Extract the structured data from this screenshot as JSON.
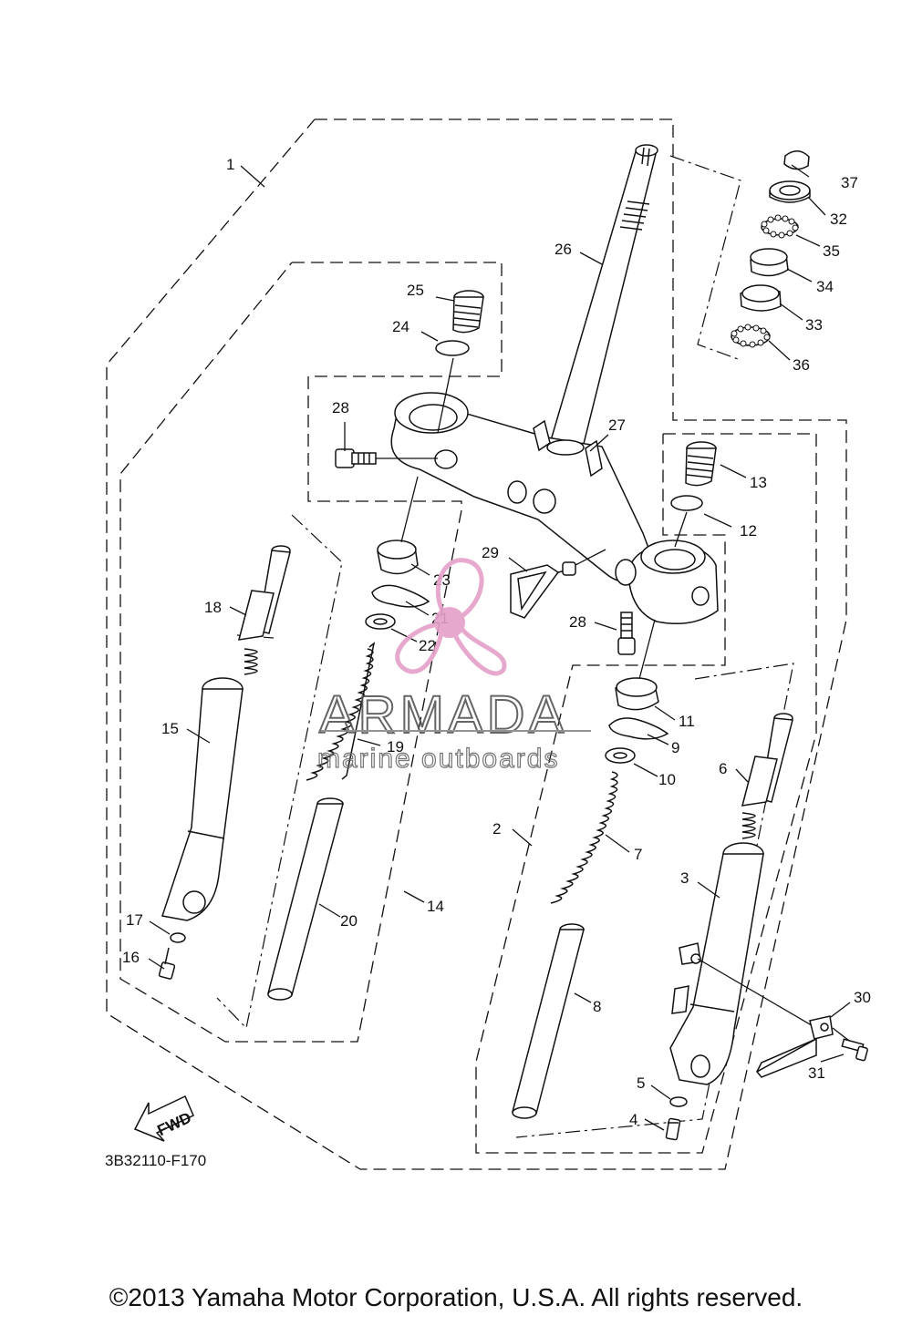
{
  "diagram_code": "3B32110-F170",
  "fwd_label": "FWD",
  "copyright": "©2013 Yamaha Motor Corporation, U.S.A. All rights reserved.",
  "watermark": {
    "brand": "ARMADA",
    "tagline": "marine outboards",
    "brand_color": "#555555",
    "tagline_color": "#666666",
    "logo_color": "#e4a0c8"
  },
  "callouts": [
    "1",
    "2",
    "3",
    "4",
    "5",
    "6",
    "7",
    "8",
    "9",
    "10",
    "11",
    "12",
    "13",
    "14",
    "15",
    "16",
    "17",
    "18",
    "19",
    "20",
    "21",
    "22",
    "23",
    "24",
    "25",
    "26",
    "27",
    "28",
    "28",
    "29",
    "30",
    "31",
    "32",
    "33",
    "34",
    "35",
    "36",
    "37"
  ]
}
